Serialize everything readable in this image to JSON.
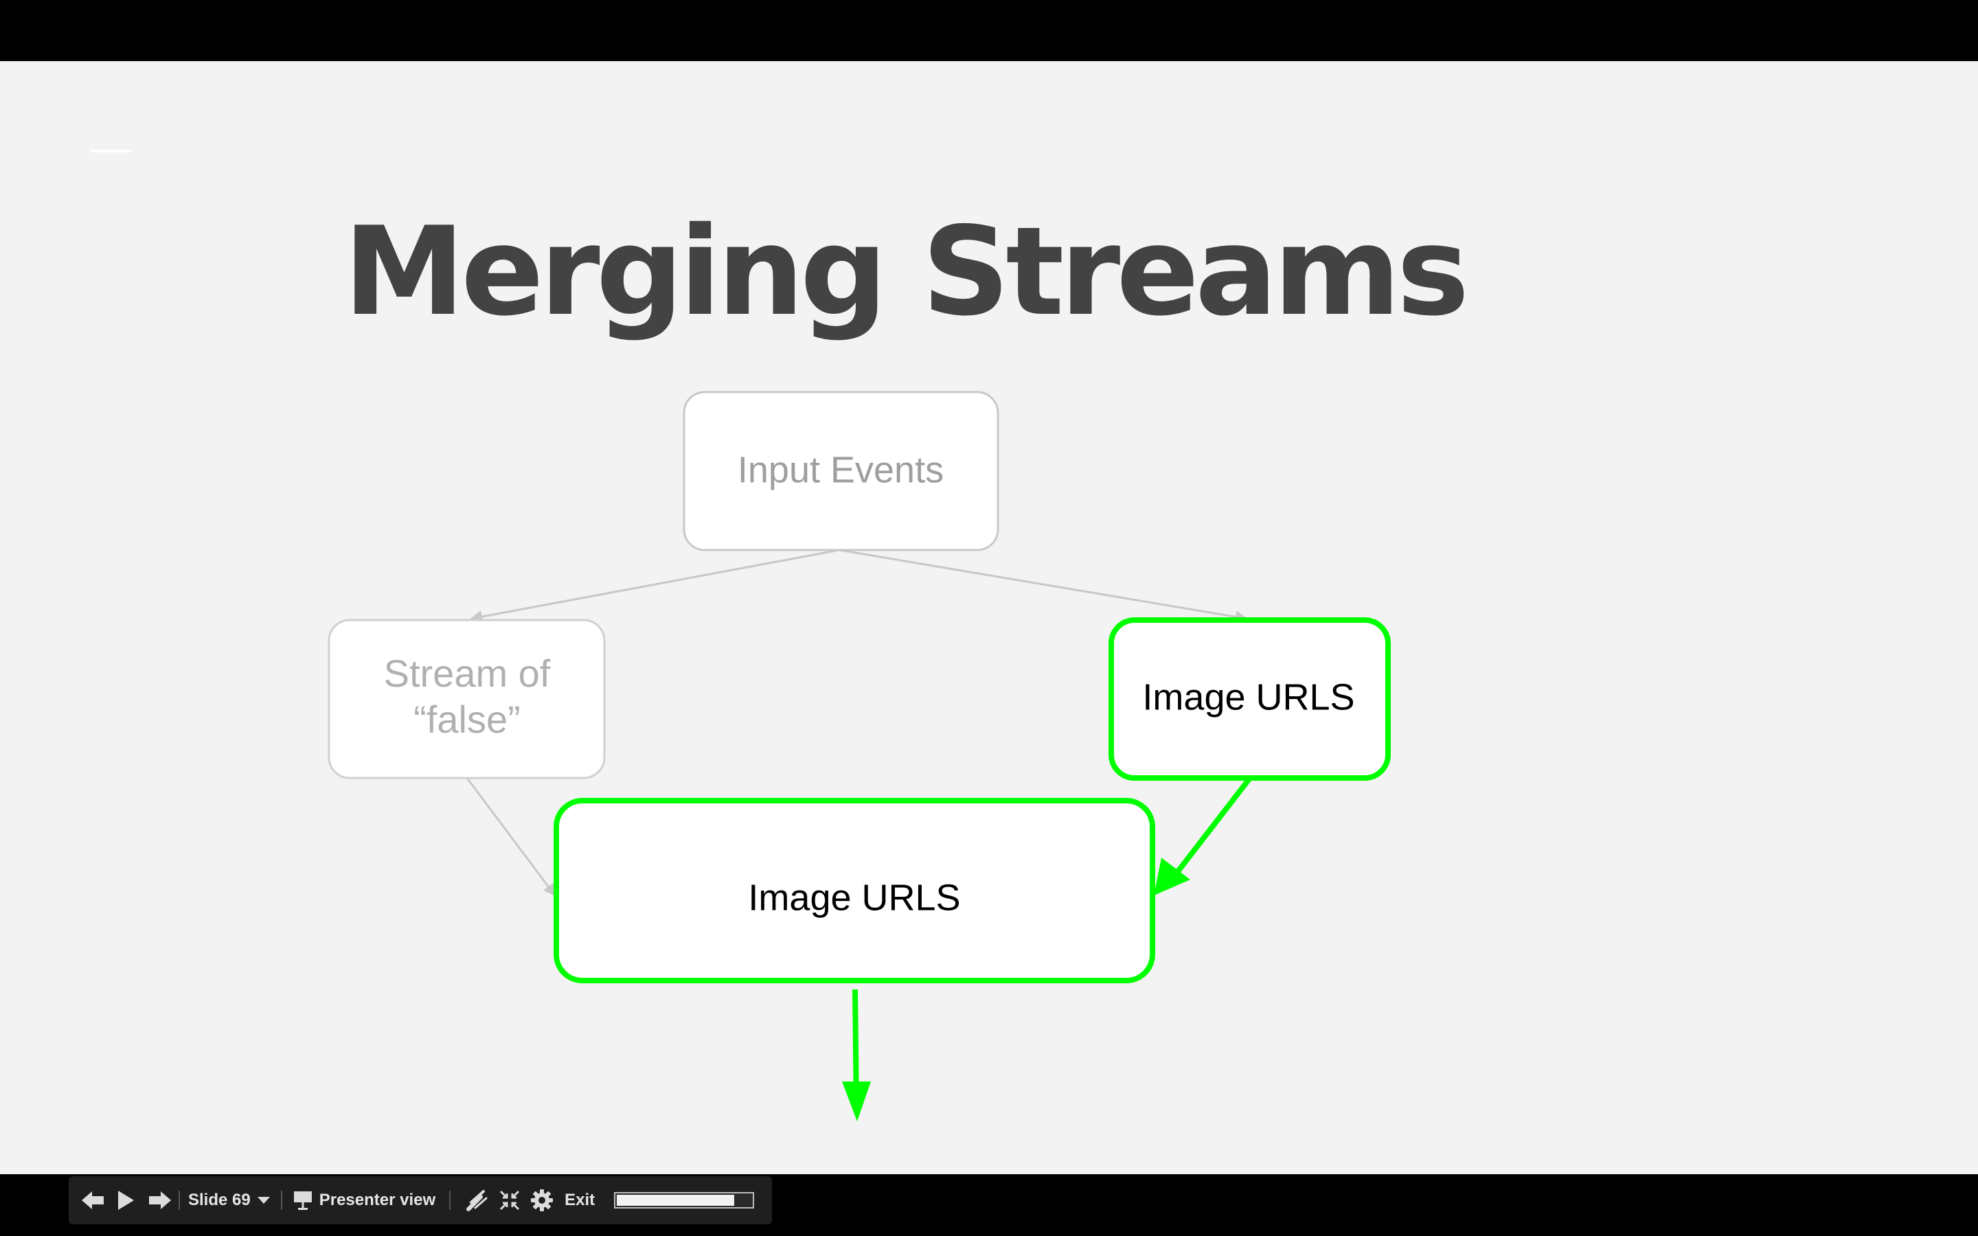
{
  "slide": {
    "title": "Merging Streams",
    "background": "#f3f3f3",
    "title_color": "#434343"
  },
  "diagram": {
    "nodes": {
      "input_events": {
        "label": "Input Events",
        "state": "dimmed"
      },
      "stream_false": {
        "label_line1": "Stream of",
        "label_line2": "“false”",
        "state": "dimmed"
      },
      "image_urls_source": {
        "label": "Image URLS",
        "state": "highlighted"
      },
      "image_urls_merged": {
        "label": "Image URLS",
        "state": "highlighted"
      }
    },
    "colors": {
      "highlight": "#00ff00",
      "dimmed_stroke": "#c8c8c8",
      "dimmed_text": "#9e9e9e",
      "active_text": "#000000"
    }
  },
  "toolbar": {
    "prev_icon": "arrow-left-icon",
    "play_icon": "play-icon",
    "next_icon": "arrow-right-icon",
    "slide_label": "Slide 69",
    "slide_dropdown_icon": "caret-down-icon",
    "presenter_icon": "presentation-screen-icon",
    "presenter_label": "Presenter view",
    "laser_icon": "laser-pointer-icon",
    "fullscreen_exit_icon": "exit-fullscreen-icon",
    "settings_icon": "gear-icon",
    "exit_label": "Exit",
    "progress_fraction": 0.87
  }
}
